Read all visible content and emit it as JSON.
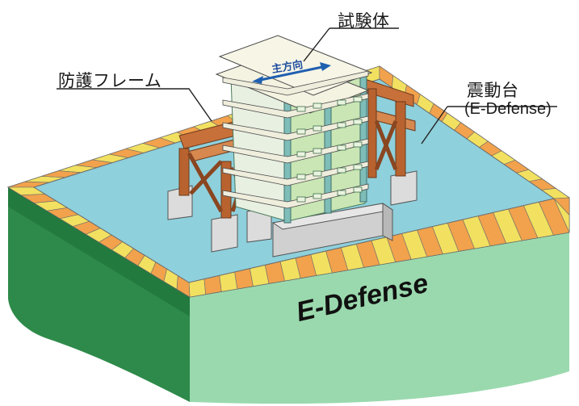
{
  "labels": {
    "specimen": "試験体",
    "protective_frame": "防護フレーム",
    "shake_table": "震動台",
    "shake_table_sub": "(E-Defense)",
    "main_direction": "主方向",
    "brand": "E-Defense"
  },
  "colors": {
    "table_surface": "#8ed0dc",
    "table_side": "#96d8a8",
    "table_side_dark": "#2e8a4a",
    "rim_orange": "#f2a24c",
    "rim_yellow": "#f2e060",
    "frame_wood": "#c8703a",
    "slab": "#f3f1e2",
    "column": "#8cc6c2",
    "wall": "#bfe0a8",
    "foundation": "#dadada",
    "arrow": "#1f5fb0"
  }
}
